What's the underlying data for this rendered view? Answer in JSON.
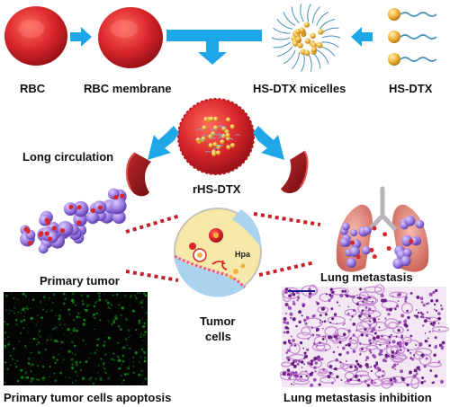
{
  "labels": {
    "rbc": "RBC",
    "rbc_membrane": "RBC membrane",
    "micelles": "HS-DTX micelles",
    "hs_dtx": "HS-DTX",
    "long_circulation": "Long circulation",
    "rhs_dtx": "rHS-DTX",
    "primary_tumor": "Primary tumor",
    "lung_metastasis": "Lung metastasis",
    "tumor_cells_line1": "Tumor",
    "tumor_cells_line2": "cells",
    "hpa": "Hpa",
    "primary_apoptosis": "Primary tumor cells apoptosis",
    "lung_inhibition": "Lung metastasis inhibition"
  },
  "colors": {
    "rbc_red": "#d9262b",
    "arrow_blue": "#1ea7e8",
    "particle_gold": "#f0b23a",
    "tumor_purple": "#9b7be0",
    "dotted_red": "#c8202a",
    "micrograph_green": "#2f7a32",
    "histology_purple": "#8e3fa3",
    "cell_bg": "#f5e8a8",
    "cell_blue": "#a9d3ee"
  }
}
